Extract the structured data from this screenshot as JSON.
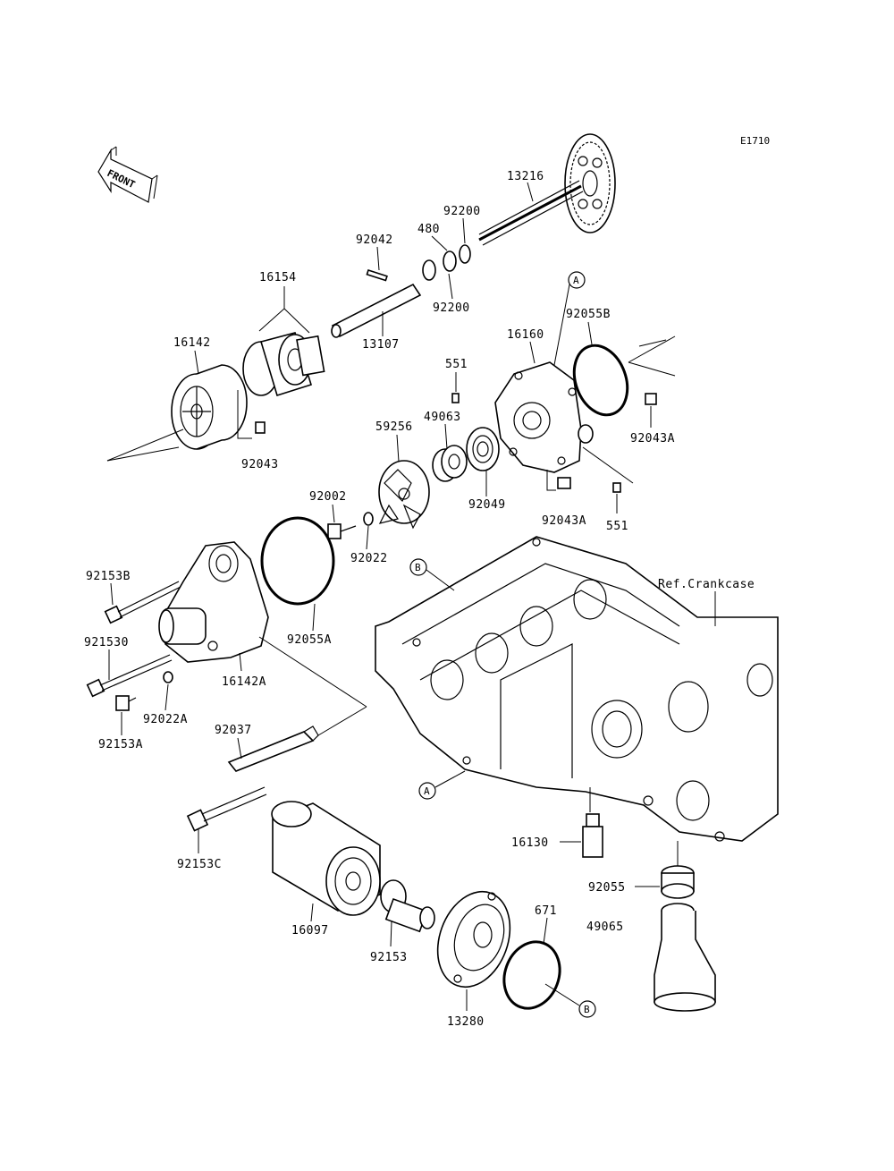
{
  "diagram_code": "E1710",
  "front_label": "FRONT",
  "reference_label": "Ref.Crankcase",
  "callouts": [
    "A",
    "A",
    "B",
    "B"
  ],
  "parts": {
    "p13216": "13216",
    "p92200a": "92200",
    "p480": "480",
    "p92200b": "92200",
    "p92042": "92042",
    "p16154": "16154",
    "p13107": "13107",
    "p16142": "16142",
    "p92043": "92043",
    "p551a": "551",
    "p16160": "16160",
    "p92055B": "92055B",
    "p49063": "49063",
    "p59256": "59256",
    "p92049": "92049",
    "p92043Aa": "92043A",
    "p92043Ab": "92043A",
    "p551b": "551",
    "p92002": "92002",
    "p92022": "92022",
    "p92153B": "92153B",
    "p92153D": "921530",
    "p92055A": "92055A",
    "p16142A": "16142A",
    "p92022A": "92022A",
    "p92153A": "92153A",
    "p92037": "92037",
    "p92153C": "92153C",
    "p16097": "16097",
    "p92153": "92153",
    "p13280": "13280",
    "p671": "671",
    "p16130": "16130",
    "p92055": "92055",
    "p49065": "49065"
  }
}
